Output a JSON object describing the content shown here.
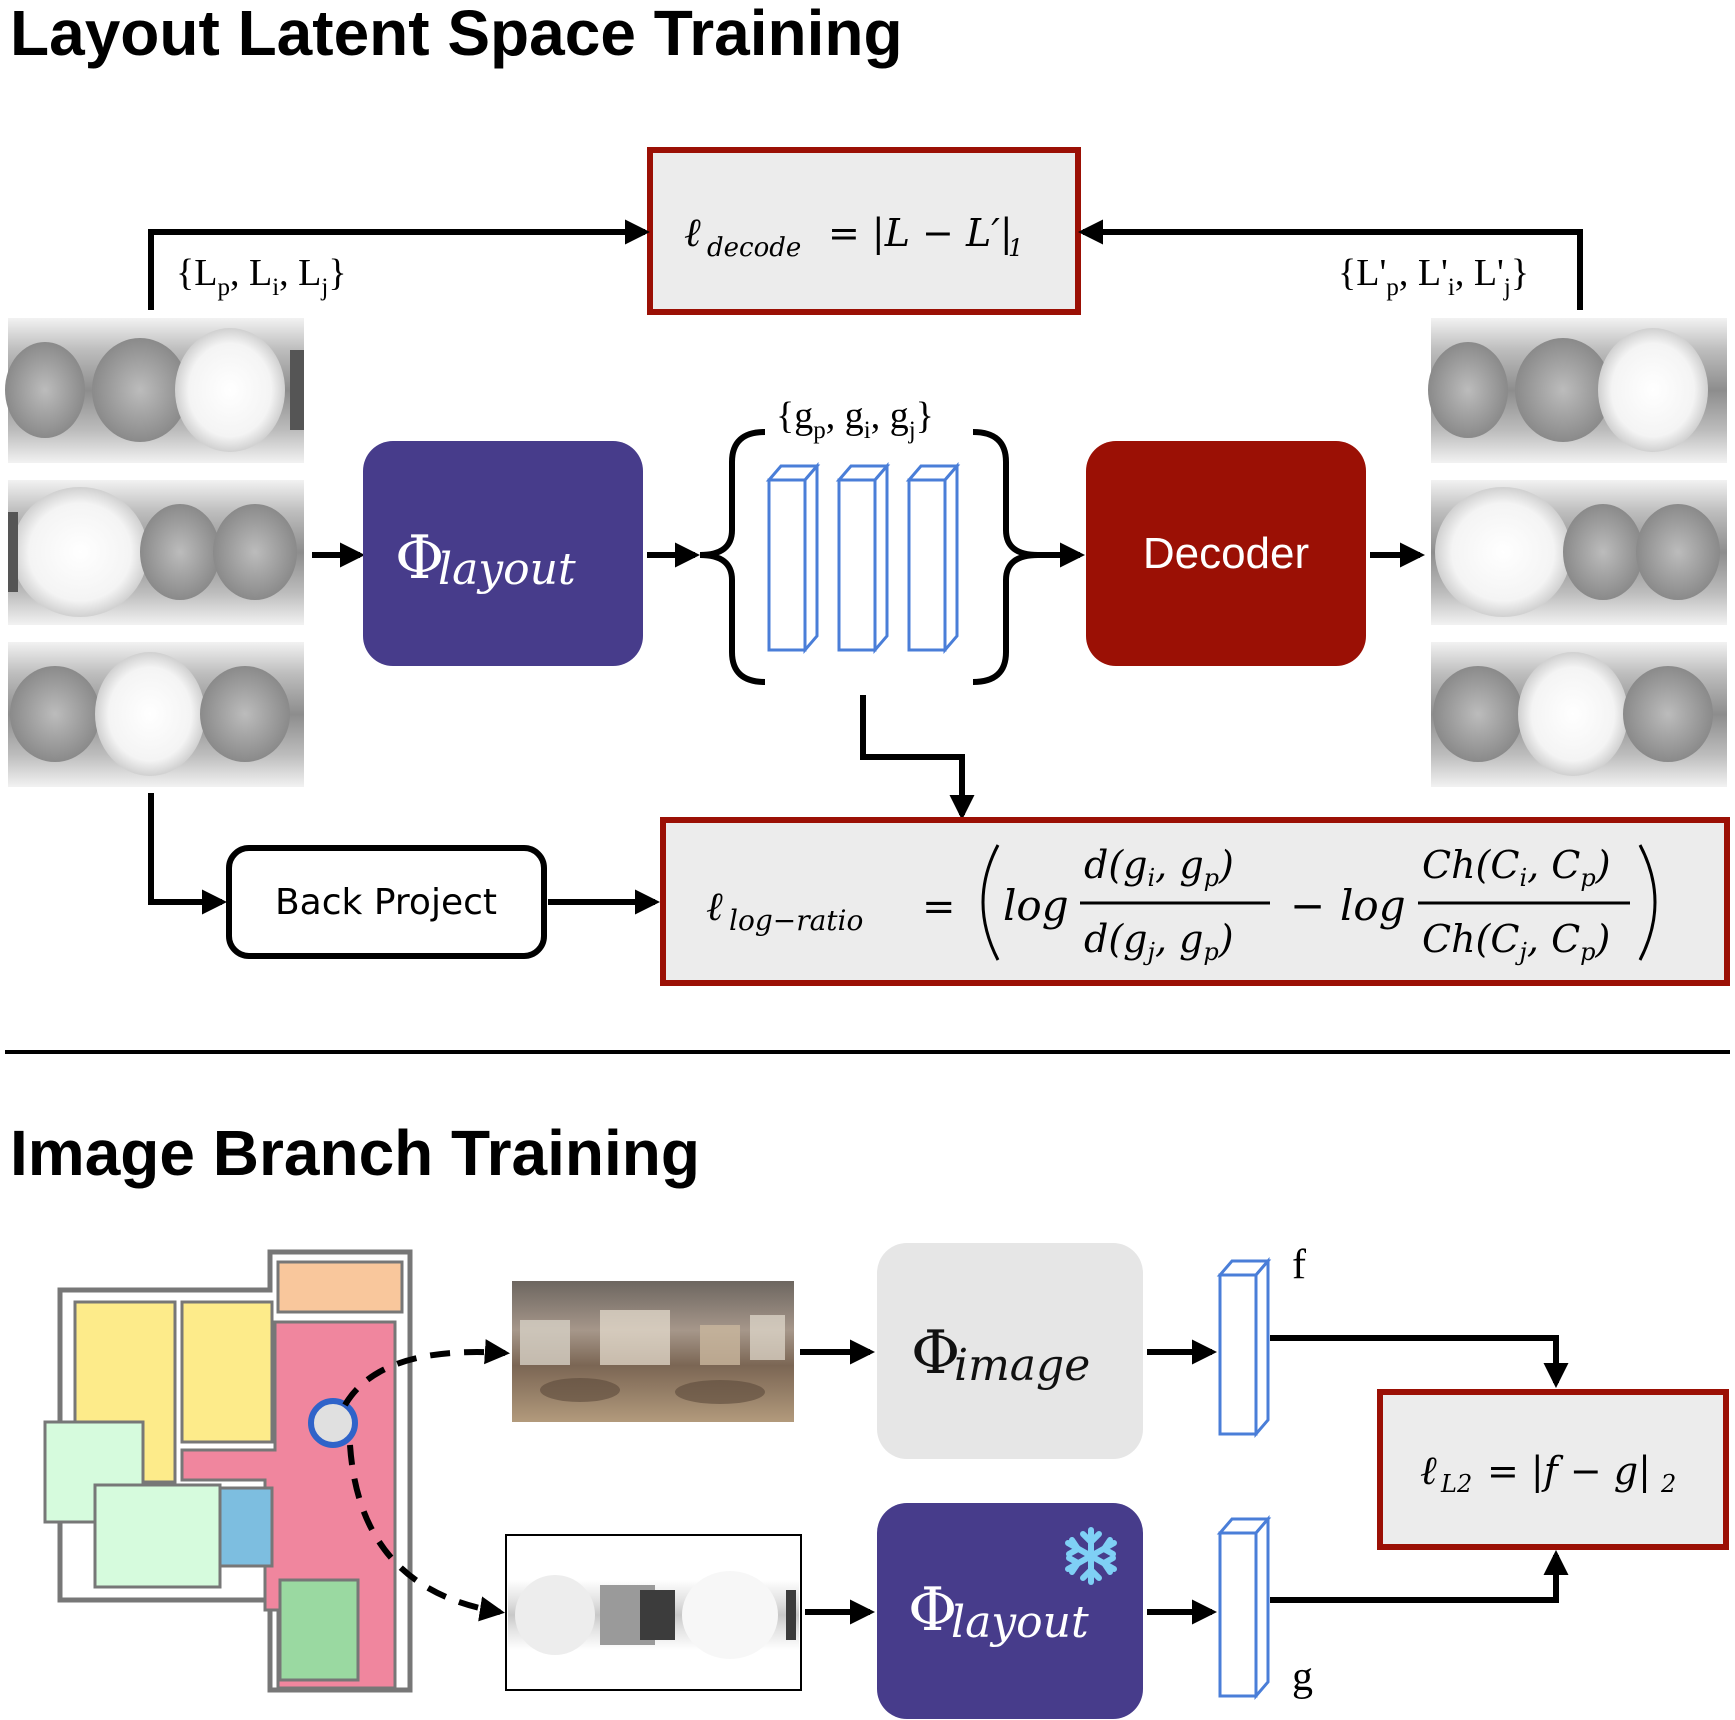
{
  "sections": {
    "top_title": "Layout Latent Space Training",
    "bottom_title": "Image Branch Training"
  },
  "top": {
    "input_set_label": "{Lp, Li, Lj}",
    "input_set": {
      "open": "{",
      "close": "}",
      "sym": "L",
      "subs": [
        "p",
        "i",
        "j"
      ]
    },
    "output_set": {
      "open": "{",
      "close": "}",
      "sym": "L'",
      "subs": [
        "p",
        "i",
        "j"
      ]
    },
    "latent_set": {
      "open": "{",
      "close": "}",
      "sym": "g",
      "subs": [
        "p",
        "i",
        "j"
      ]
    },
    "encoder": {
      "phi": "Φ",
      "sub": "layout",
      "color": "#473c8b"
    },
    "decoder": {
      "label": "Decoder",
      "color": "#9b1005"
    },
    "back_project": "Back Project",
    "loss_decode": {
      "ell": "ℓ",
      "sub": "decode",
      "expr": "= |L − L′|",
      "norm": "1"
    },
    "loss_log_ratio": {
      "ell": "ℓ",
      "sub": "log−ratio",
      "eq": "=",
      "log1": "log",
      "num1": "d(g",
      "num1_a": "i",
      "num1_b": "p",
      "den1": "d(g",
      "den1_a": "j",
      "den1_b": "p",
      "minus": "−",
      "log2": "log",
      "num2": "Ch(C",
      "num2_a": "i",
      "num2_b": "p",
      "den2": "Ch(C",
      "den2_a": "j",
      "den2_b": "p"
    },
    "loss_box_border": "#9b1005",
    "loss_box_fill": "#ececec"
  },
  "bottom": {
    "image_encoder": {
      "phi": "Φ",
      "sub": "image",
      "color": "#e6e6e6"
    },
    "layout_encoder": {
      "phi": "Φ",
      "sub": "layout",
      "color": "#473c8b",
      "frozen_icon": "snowflake-icon"
    },
    "f_label": "f",
    "g_label": "g",
    "loss_l2": {
      "ell": "ℓ",
      "sub": "L2",
      "expr": "= |f  − g|",
      "norm": "2"
    }
  }
}
